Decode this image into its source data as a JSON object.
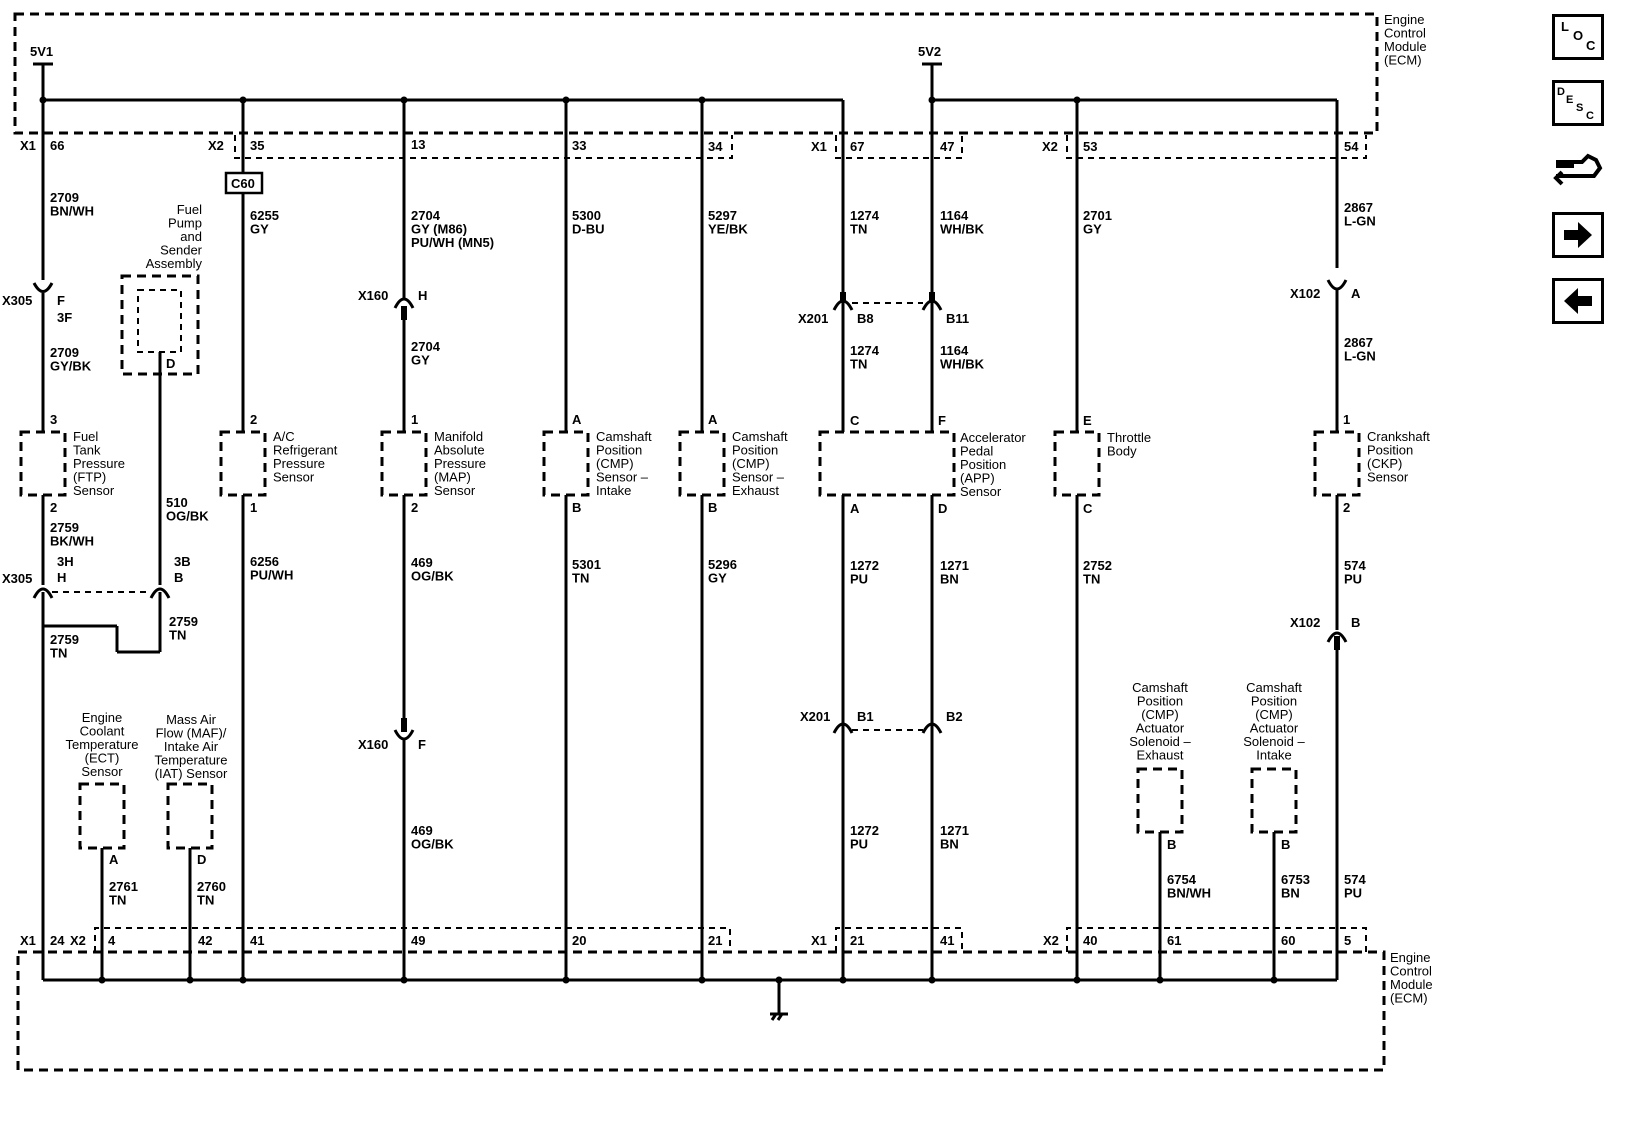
{
  "ecm": {
    "label": "Engine\nControl\nModule\n(ECM)"
  },
  "supply": {
    "v1": "5V1",
    "v2": "5V2"
  },
  "ground_label": "",
  "top_connectors": {
    "x1": "X1",
    "x2": "X2",
    "x1b": "X1",
    "x2b": "X2",
    "pins": [
      "66",
      "35",
      "13",
      "33",
      "34",
      "67",
      "47",
      "53",
      "54"
    ]
  },
  "bottom_connectors": {
    "x1": "X1",
    "x2": "X2",
    "x1b": "X1",
    "x2b": "X2",
    "pins": [
      "24",
      "4",
      "42",
      "41",
      "49",
      "20",
      "21",
      "21",
      "41",
      "40",
      "61",
      "60",
      "5"
    ]
  },
  "wires": {
    "w2709a": [
      "2709",
      "BN/WH"
    ],
    "w2709b": [
      "2709",
      "GY/BK"
    ],
    "w2759a": [
      "2759",
      "BK/WH"
    ],
    "w2759b": [
      "2759",
      "TN"
    ],
    "w2759c": [
      "2759",
      "TN"
    ],
    "w510": [
      "510",
      "OG/BK"
    ],
    "w6255": [
      "6255",
      "GY"
    ],
    "w6256": [
      "6256",
      "PU/WH"
    ],
    "w2704a": [
      "2704",
      "GY (M86)",
      "PU/WH (MN5)"
    ],
    "w2704b": [
      "2704",
      "GY"
    ],
    "w469a": [
      "469",
      "OG/BK"
    ],
    "w469b": [
      "469",
      "OG/BK"
    ],
    "w5300": [
      "5300",
      "D-BU"
    ],
    "w5301": [
      "5301",
      "TN"
    ],
    "w5297": [
      "5297",
      "YE/BK"
    ],
    "w5296": [
      "5296",
      "GY"
    ],
    "w1274a": [
      "1274",
      "TN"
    ],
    "w1274b": [
      "1274",
      "TN"
    ],
    "w1164a": [
      "1164",
      "WH/BK"
    ],
    "w1164b": [
      "1164",
      "WH/BK"
    ],
    "w1272a": [
      "1272",
      "PU"
    ],
    "w1272b": [
      "1272",
      "PU"
    ],
    "w1271a": [
      "1271",
      "BN"
    ],
    "w1271b": [
      "1271",
      "BN"
    ],
    "w2701": [
      "2701",
      "GY"
    ],
    "w2752": [
      "2752",
      "TN"
    ],
    "w2867a": [
      "2867",
      "L-GN"
    ],
    "w2867b": [
      "2867",
      "L-GN"
    ],
    "w574a": [
      "574",
      "PU"
    ],
    "w574b": [
      "574",
      "PU"
    ],
    "w2761": [
      "2761",
      "TN"
    ],
    "w2760": [
      "2760",
      "TN"
    ],
    "w6754": [
      "6754",
      "BN/WH"
    ],
    "w6753": [
      "6753",
      "BN"
    ]
  },
  "connectors": {
    "x305": "X305",
    "x305_f": "F",
    "x305_3f": "3F",
    "x305_b": "X305",
    "x305_h": "H",
    "x305_3h": "3H",
    "x305_3b": "3B",
    "x305_bb": "B",
    "c60": "C60",
    "x160a": "X160",
    "x160_h": "H",
    "x160b": "X160",
    "x160_f": "F",
    "x201a": "X201",
    "x201_b8": "B8",
    "x201_b11": "B11",
    "x201b": "X201",
    "x201_b1": "B1",
    "x201_b2": "B2",
    "x102a": "X102",
    "x102_a": "A",
    "x102b": "X102",
    "x102_b": "B"
  },
  "components": {
    "fuel_pump": "Fuel\nPump\nand\nSender\nAssembly",
    "ftp": "Fuel\nTank\nPressure\n(FTP)\nSensor",
    "ac": "A/C\nRefrigerant\nPressure\nSensor",
    "map": "Manifold\nAbsolute\nPressure\n(MAP)\nSensor",
    "cmp_in": "Camshaft\nPosition\n(CMP)\nSensor –\nIntake",
    "cmp_ex": "Camshaft\nPosition\n(CMP)\nSensor –\nExhaust",
    "app": "Accelerator\nPedal\nPosition\n(APP)\nSensor",
    "throttle": "Throttle\nBody",
    "ckp": "Crankshaft\nPosition\n(CKP)\nSensor",
    "ect": "Engine\nCoolant\nTemperature\n(ECT)\nSensor",
    "maf": "Mass Air\nFlow (MAF)/\nIntake Air\nTemperature\n(IAT) Sensor",
    "cmp_act_ex": "Camshaft\nPosition\n(CMP)\nActuator\nSolenoid –\nExhaust",
    "cmp_act_in": "Camshaft\nPosition\n(CMP)\nActuator\nSolenoid –\nIntake"
  },
  "pin_letters": {
    "ftp_top": "3",
    "ftp_bot": "2",
    "fp_d": "D",
    "ac_top": "2",
    "ac_bot": "1",
    "map_top": "1",
    "map_bot": "2",
    "cmpi_top": "A",
    "cmpi_bot": "B",
    "cmpe_top": "A",
    "cmpe_bot": "B",
    "app_c": "C",
    "app_f": "F",
    "app_a": "A",
    "app_d": "D",
    "tb_e": "E",
    "tb_c": "C",
    "ckp_top": "1",
    "ckp_bot": "2",
    "ect_a": "A",
    "maf_d": "D",
    "actex_b": "B",
    "actin_b": "B"
  },
  "nav": [
    {
      "name": "loc-button",
      "icon": "loc-icon",
      "text": "LOC"
    },
    {
      "name": "desc-button",
      "icon": "desc-icon",
      "text": "DESC"
    },
    {
      "name": "connector-view-button",
      "icon": "connector-hand-icon",
      "text": ""
    },
    {
      "name": "next-button",
      "icon": "arrow-right-icon",
      "text": ""
    },
    {
      "name": "previous-button",
      "icon": "arrow-left-icon",
      "text": ""
    }
  ]
}
